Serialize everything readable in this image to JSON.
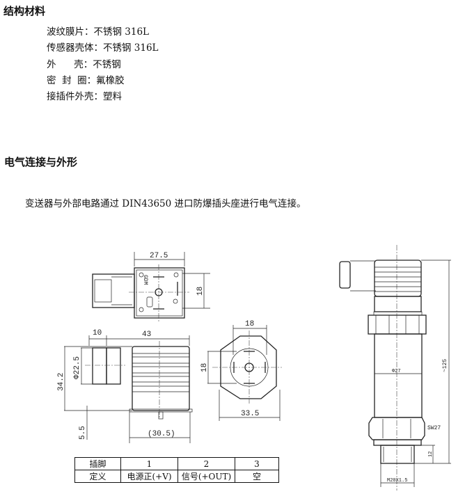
{
  "sections": {
    "materials": {
      "title": "结构材料",
      "items": [
        "波纹膜片：不锈钢 316L",
        "传感器壳体：不锈钢 316L",
        "外      壳：不锈钢",
        "密  封  圈：氟橡胶",
        "接插件外壳：塑料"
      ]
    },
    "electrical": {
      "title": "电气连接与外形",
      "description": "变送器与外部电路通过 DIN43650 进口防爆插头座进行电气连接。"
    }
  },
  "drawing": {
    "connector_top": {
      "width": "27.5",
      "height": "18",
      "marking": "GDM"
    },
    "connector_side": {
      "d1": "10",
      "d2": "43",
      "diameter": "Φ22.5",
      "height": "34.2",
      "pin": "5.5",
      "base": "(30.5)"
    },
    "connector_front": {
      "top": "18",
      "left": "18",
      "bottom": "33.5"
    },
    "transmitter": {
      "body_diameter": "Φ27",
      "hex": "SW27",
      "thread_len": "12",
      "thread": "M20X1.5",
      "total": "~125"
    }
  },
  "pin_table": {
    "header": [
      "插脚",
      "1",
      "2",
      "3"
    ],
    "row": [
      "定义",
      "电源正(+V)",
      "信号(+OUT)",
      "空"
    ]
  }
}
